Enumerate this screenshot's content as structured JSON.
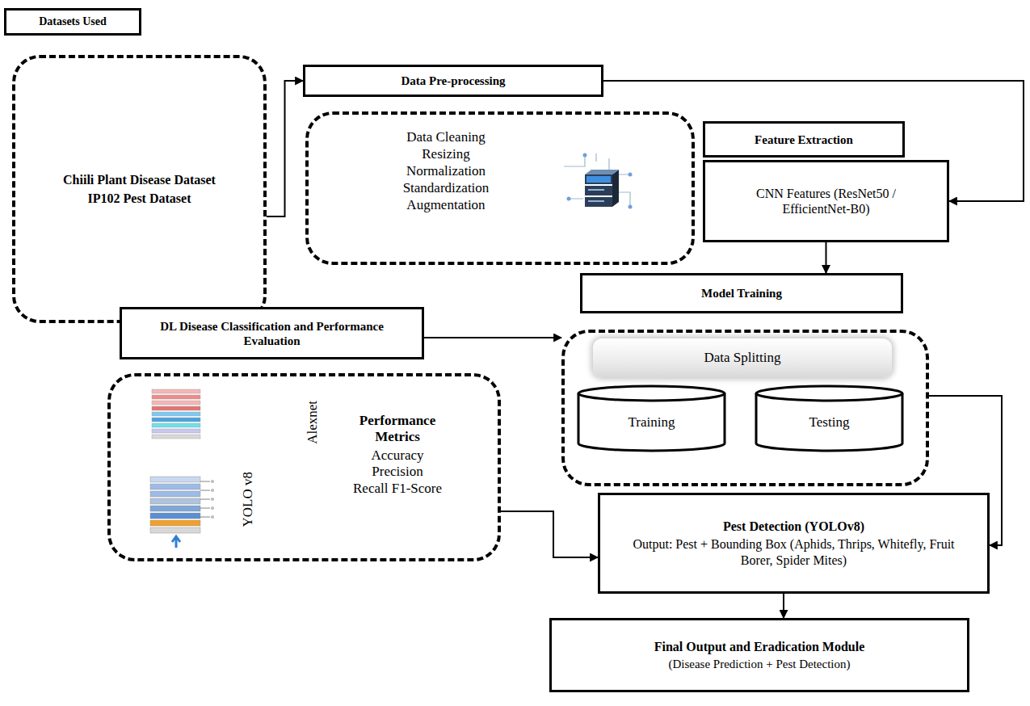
{
  "diagram": {
    "nodes": [
      {
        "text": [
          "Datasets Used"
        ]
      },
      {
        "text": [
          "Chiili Plant Disease Dataset",
          "IP102 Pest Dataset"
        ]
      },
      {
        "text": [
          "Data Pre-processing"
        ]
      },
      {
        "text": [
          "Data Cleaning",
          "Resizing",
          "Normalization",
          "Standardization",
          "Augmentation"
        ]
      },
      {
        "text": [
          "Feature Extraction"
        ]
      },
      {
        "text": [
          "CNN Features (ResNet50 / EfficientNet-B0)"
        ]
      },
      {
        "text": [
          "Model Training"
        ]
      },
      {
        "text": [
          "DL Disease Classification and Performance Evaluation"
        ]
      },
      {
        "text": []
      },
      {
        "text": [
          "Data Splitting"
        ],
        "in": 8
      },
      {
        "text": [
          "Training"
        ],
        "in": 8
      },
      {
        "text": [
          "Testing"
        ],
        "in": 8
      },
      {
        "text": [
          "YOLO v8",
          "Alexnet",
          "Performance Metrics",
          "Accuracy Precision Recall F1-Score"
        ]
      },
      {
        "text": [
          "Pest Detection (YOLOv8)",
          "Output: Pest + Bounding Box (Aphids, Thrips, Whitefly, Fruit Borer, Spider Mites)"
        ]
      },
      {
        "text": [
          "Final Output and Eradication Module",
          "(Disease Prediction + Pest Detection)"
        ]
      }
    ],
    "edges": [
      {
        "from": 1,
        "to": 2,
        "arrow": "to"
      },
      {
        "from": 2,
        "to": 5,
        "arrow": "to"
      },
      {
        "from": 5,
        "to": 6,
        "arrow": "to"
      },
      {
        "from": 7,
        "to": 8,
        "arrow": "to"
      },
      {
        "from": 8,
        "to": 13,
        "arrow": "to"
      },
      {
        "from": 12,
        "to": 13,
        "arrow": "to"
      },
      {
        "from": 13,
        "to": 14,
        "arrow": "to"
      }
    ]
  }
}
